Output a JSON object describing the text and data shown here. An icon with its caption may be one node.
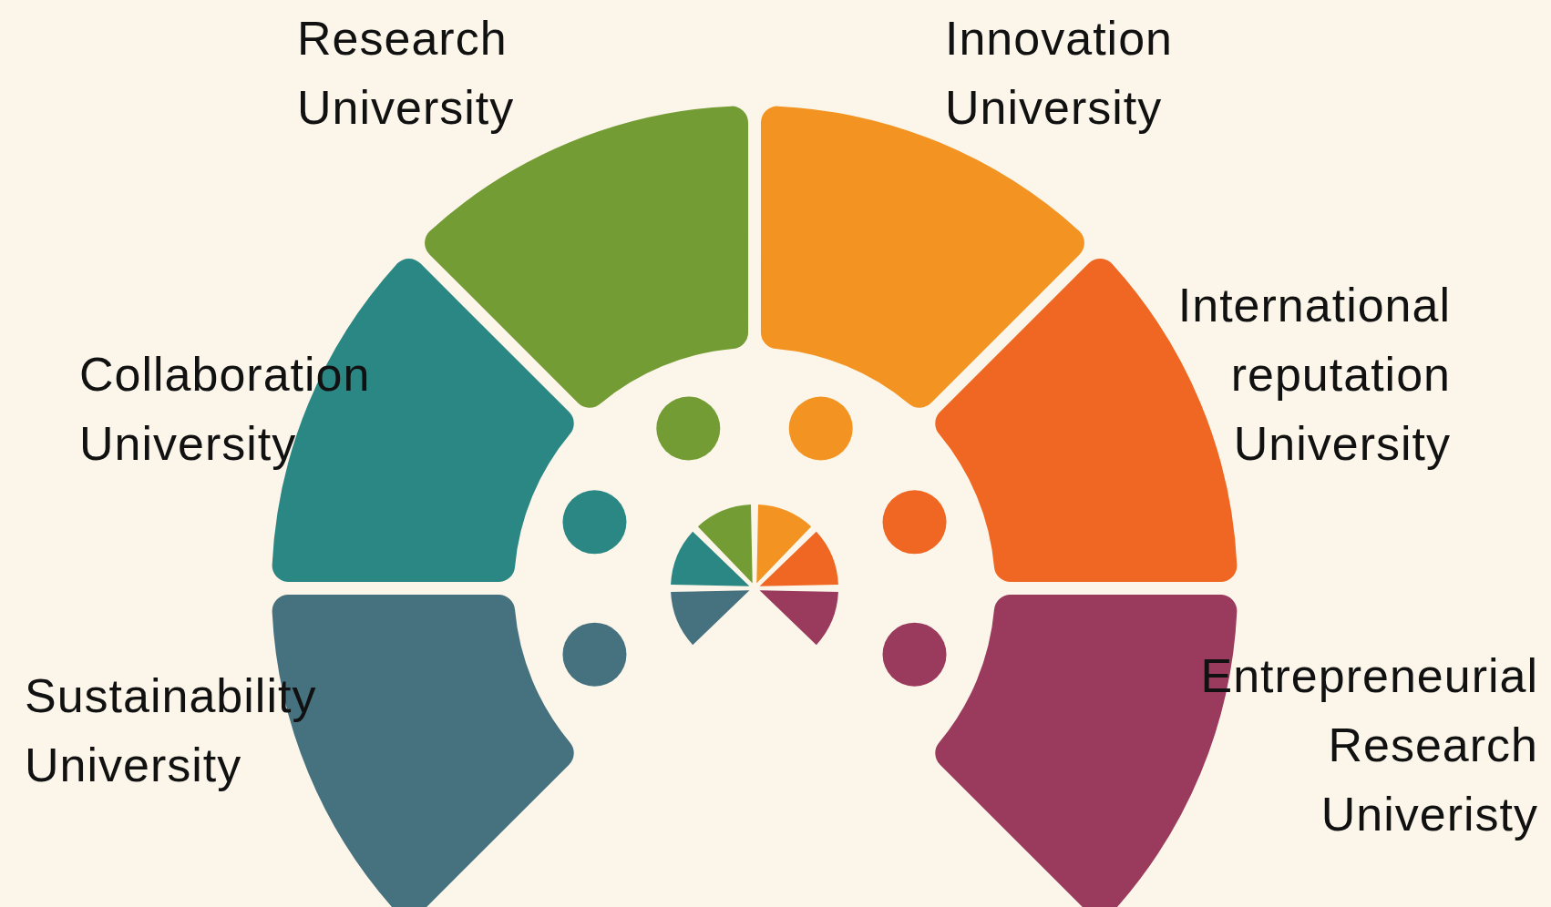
{
  "diagram": {
    "nodes": [
      {
        "text": [
          "Research University"
        ]
      },
      {
        "text": [
          "Innovation University"
        ]
      },
      {
        "text": [
          "Collaboration University"
        ]
      },
      {
        "text": [
          "International reputation University"
        ]
      },
      {
        "text": [
          "Sustainability University"
        ]
      },
      {
        "text": [
          "Entrepreneurial Research Univeristy"
        ]
      }
    ]
  }
}
